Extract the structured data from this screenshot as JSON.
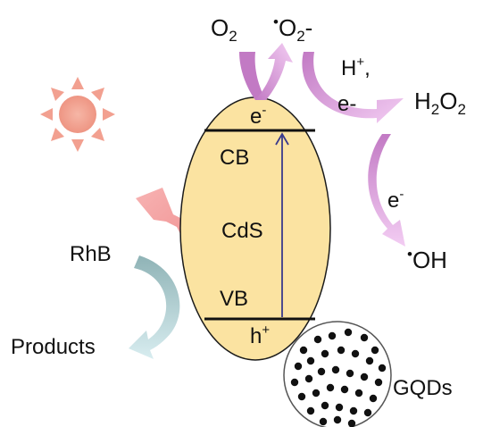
{
  "labels": {
    "o2": "O",
    "o2_sub": "2",
    "superoxide_dot": "•",
    "superoxide_main": "O",
    "superoxide_sub": "2",
    "superoxide_sup": "-",
    "h_plus": "H",
    "h_plus_sup": "+",
    "h_plus_comma": ",",
    "e_minus_top": "e-",
    "h2o2_h": "H",
    "h2o2_sub1": "2",
    "h2o2_o": "O",
    "h2o2_sub2": "2",
    "e_minus_right": "e",
    "e_minus_right_sup": "-",
    "oh_dot": "•",
    "oh": "OH",
    "cb_electron": "e",
    "cb_electron_sup": "-",
    "cb": "CB",
    "cds": "CdS",
    "vb": "VB",
    "vb_hole": "h",
    "vb_hole_sup": "+",
    "rhb": "RhB",
    "products": "Products",
    "gqds": "GQDs"
  },
  "colors": {
    "particle_fill": "#fbe3a1",
    "particle_stroke": "#1a1a1a",
    "band_line": "#111111",
    "excitation_arrow": "#3a3a8c",
    "sun": "#f2a090",
    "lightning": "#f4a0a0",
    "pink_arrow_start": "#c97bc9",
    "pink_arrow_end": "#f2c6f2",
    "teal_arrow_start": "#8fb5b8",
    "teal_arrow_end": "#d6ebee",
    "gqd_dot": "#111111"
  }
}
